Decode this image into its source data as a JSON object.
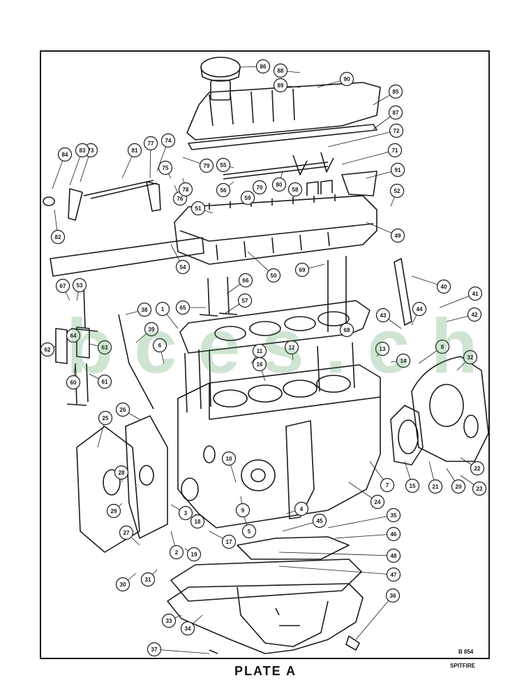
{
  "plate_title": "PLATE A",
  "drawing_number": "B 854",
  "model": "SPITFIRE",
  "watermark": "bces.ch",
  "callouts": [
    "1",
    "2",
    "3",
    "4",
    "5",
    "6",
    "7",
    "8",
    "9",
    "10",
    "11",
    "12",
    "13",
    "14",
    "15",
    "16",
    "17",
    "18",
    "19",
    "20",
    "21",
    "22",
    "23",
    "24",
    "25",
    "26",
    "27",
    "28",
    "29",
    "30",
    "31",
    "32",
    "33",
    "34",
    "35",
    "36",
    "37",
    "38",
    "39",
    "40",
    "41",
    "42",
    "43",
    "44",
    "45",
    "46",
    "47",
    "48",
    "49",
    "50",
    "51",
    "52",
    "53",
    "54",
    "55",
    "56",
    "57",
    "58",
    "59",
    "60",
    "61",
    "62",
    "63",
    "64",
    "65",
    "66",
    "67",
    "68",
    "69",
    "70",
    "71",
    "72",
    "73",
    "74",
    "75",
    "76",
    "77",
    "78",
    "79",
    "80",
    "81",
    "82",
    "83",
    "84",
    "85",
    "86",
    "87",
    "88",
    "89",
    "90",
    "91"
  ],
  "colors": {
    "line": "#1a1a1a",
    "watermark": "#2a8a3a"
  }
}
